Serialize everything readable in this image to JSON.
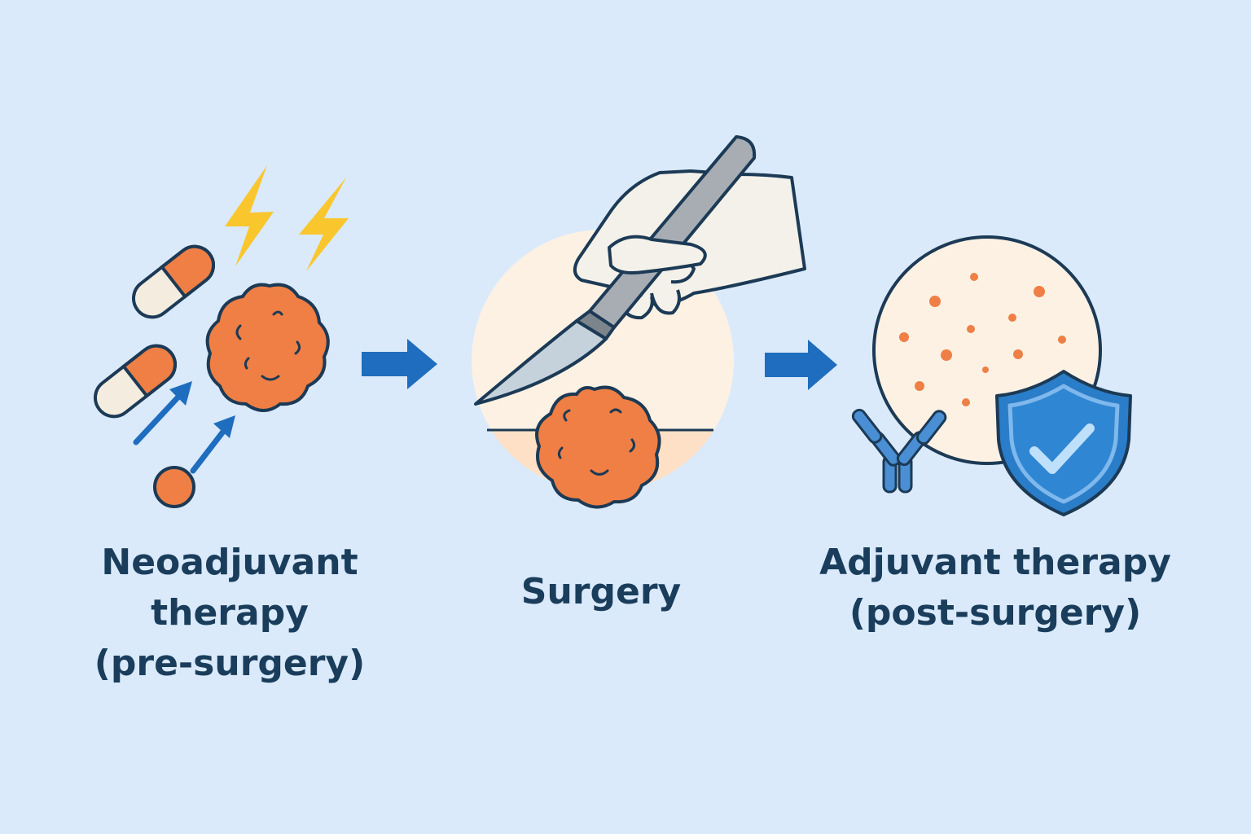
{
  "stages": [
    {
      "name": "neoadjuvant",
      "lines": [
        "Neoadjuvant",
        "therapy",
        "(pre-surgery)"
      ]
    },
    {
      "name": "surgery",
      "lines": [
        "Surgery"
      ]
    },
    {
      "name": "adjuvant",
      "lines": [
        "Adjuvant therapy",
        "(post-surgery)"
      ]
    }
  ],
  "colors": {
    "background": "#daeafb",
    "outline": "#1c3a55",
    "tumor": "#ef7f45",
    "arrow": "#1f6dbe",
    "bolt": "#f9c62e",
    "shield": "#2a7dc8",
    "skin": "#fdf1e4",
    "glove": "#f3f1e9",
    "scalpel": "#a7adb3",
    "text": "#1a3d5c"
  },
  "icons": [
    "pill-icon",
    "lightning-icon",
    "tumor-icon",
    "arrow-icon",
    "glove-hand-icon",
    "scalpel-icon",
    "antibody-icon",
    "shield-check-icon"
  ]
}
